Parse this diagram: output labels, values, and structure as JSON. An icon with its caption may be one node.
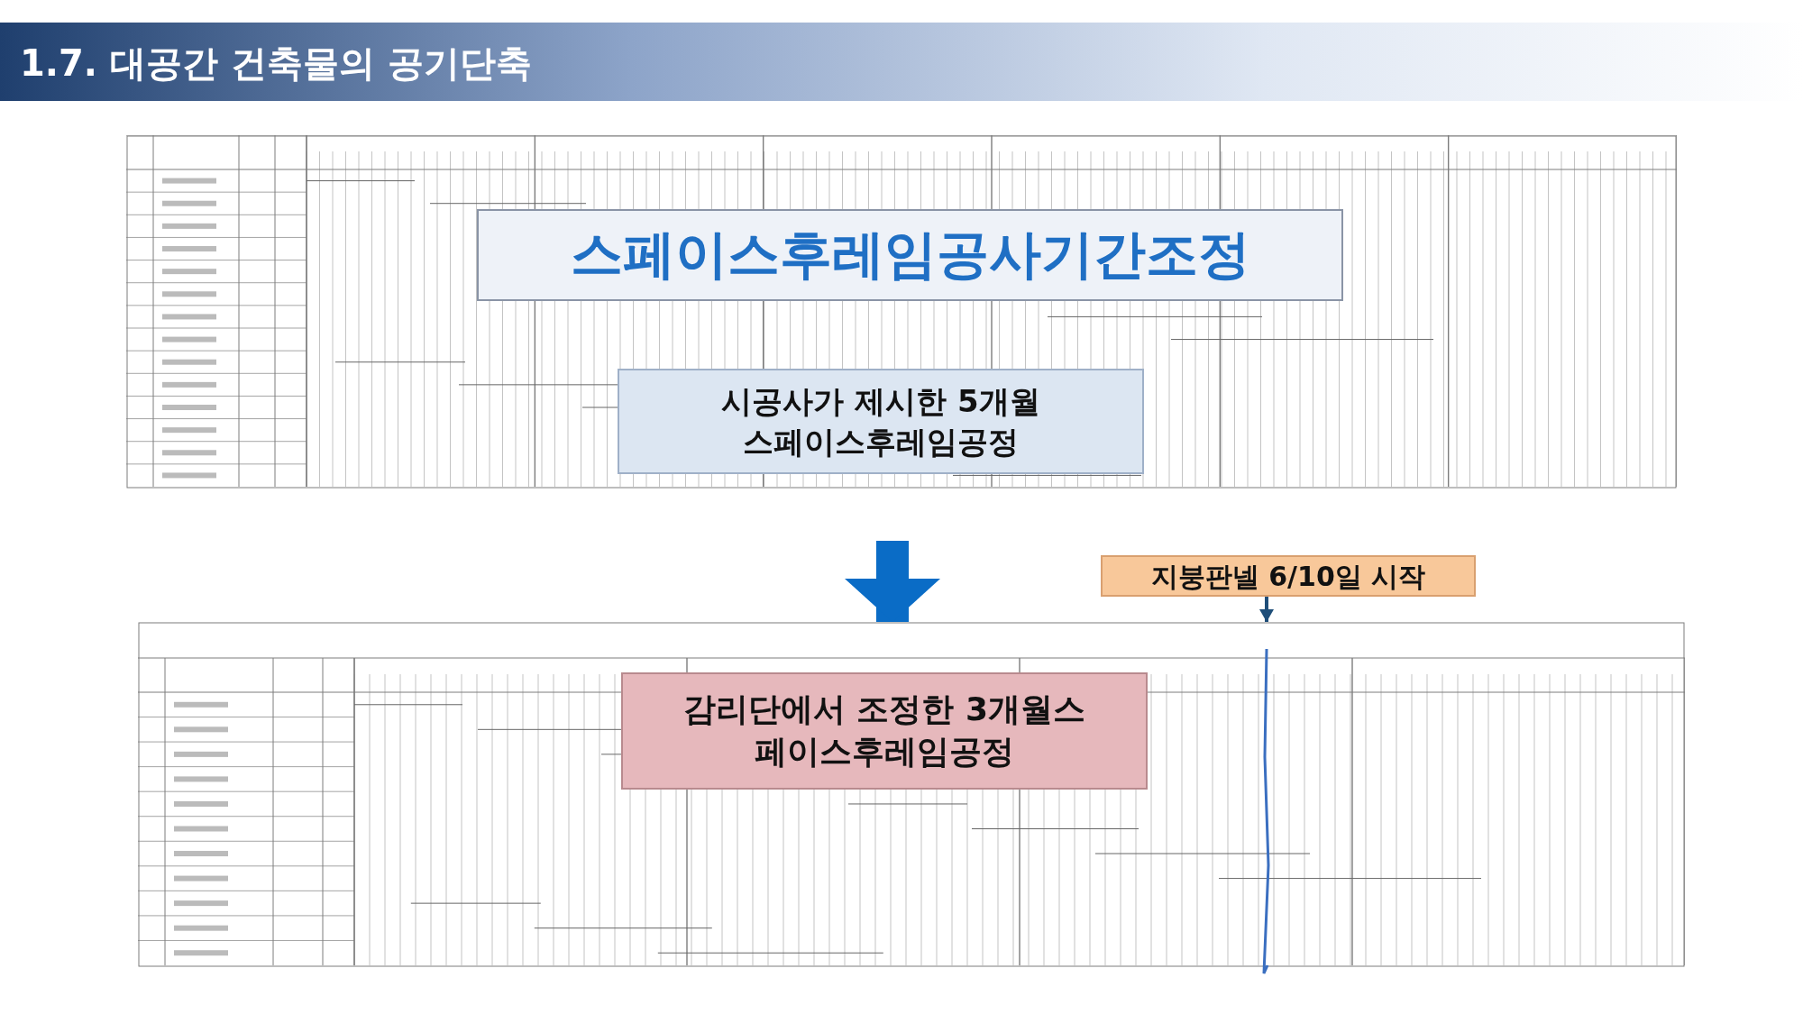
{
  "diagram": {
    "title": "1.7. 대공간 건축물의 공기단축",
    "nodes": [
      {
        "text": [],
        "shape": "picture"
      },
      {
        "text": [
          "스페이스후레임공사기간조정"
        ],
        "in": 0
      },
      {
        "text": [
          "시공사가 제시한 5개월 스페이스후레임공정"
        ],
        "in": 0
      },
      {
        "text": [],
        "shape": "picture"
      },
      {
        "text": [
          "감리단에서 조정한 3개월스페이스후레임공정"
        ],
        "in": 3
      },
      {
        "text": [
          "지붕판넬 6/10일 시작"
        ]
      }
    ],
    "edges": [
      {
        "from": 0,
        "to": 3,
        "arrow": "to",
        "style": "thick",
        "color": "#0a6cc6"
      },
      {
        "from": 5,
        "to": 3,
        "arrow": "to",
        "color": "#1f4e79"
      }
    ]
  }
}
